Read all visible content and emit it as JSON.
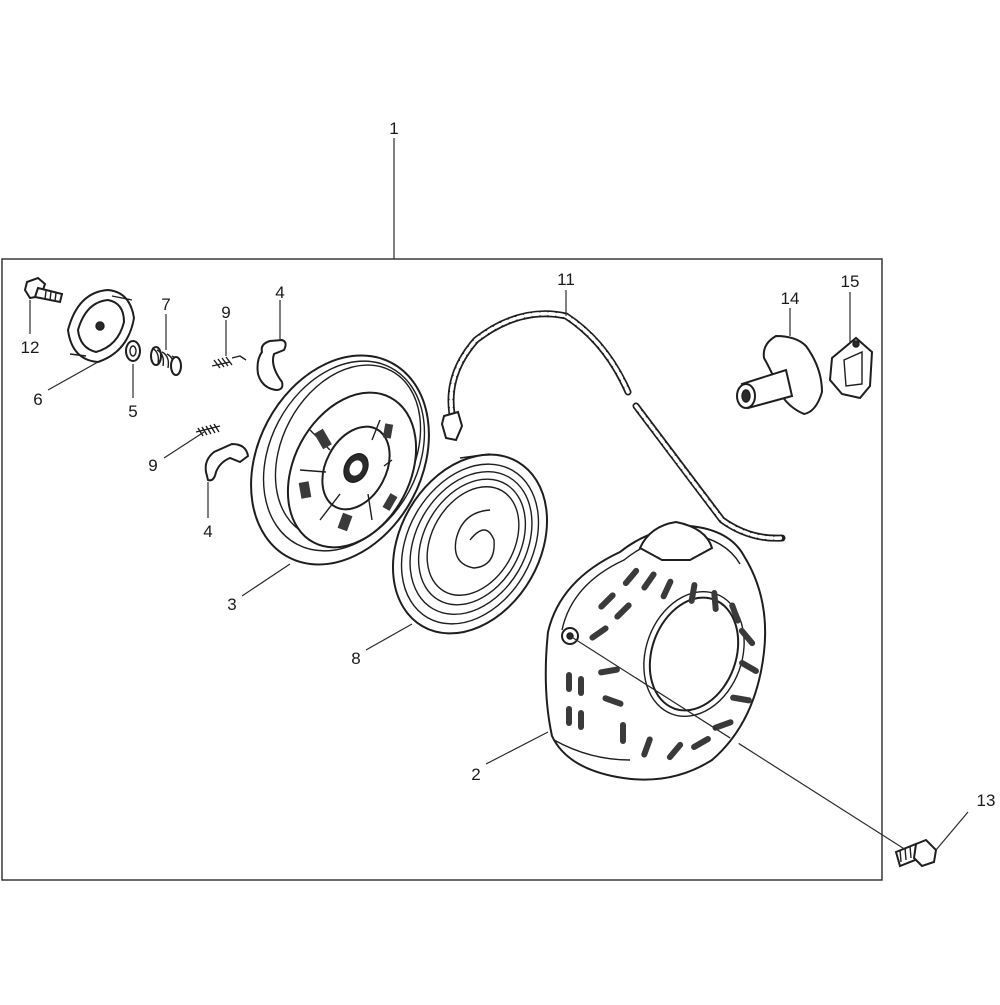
{
  "diagram": {
    "callouts": [
      {
        "id": "c1",
        "label": "1"
      },
      {
        "id": "c2",
        "label": "2"
      },
      {
        "id": "c3",
        "label": "3"
      },
      {
        "id": "c4a",
        "label": "4"
      },
      {
        "id": "c4b",
        "label": "4"
      },
      {
        "id": "c5",
        "label": "5"
      },
      {
        "id": "c6",
        "label": "6"
      },
      {
        "id": "c7",
        "label": "7"
      },
      {
        "id": "c8",
        "label": "8"
      },
      {
        "id": "c9a",
        "label": "9"
      },
      {
        "id": "c9b",
        "label": "9"
      },
      {
        "id": "c11",
        "label": "11"
      },
      {
        "id": "c12",
        "label": "12"
      },
      {
        "id": "c13",
        "label": "13"
      },
      {
        "id": "c14",
        "label": "14"
      },
      {
        "id": "c15",
        "label": "15"
      }
    ]
  }
}
